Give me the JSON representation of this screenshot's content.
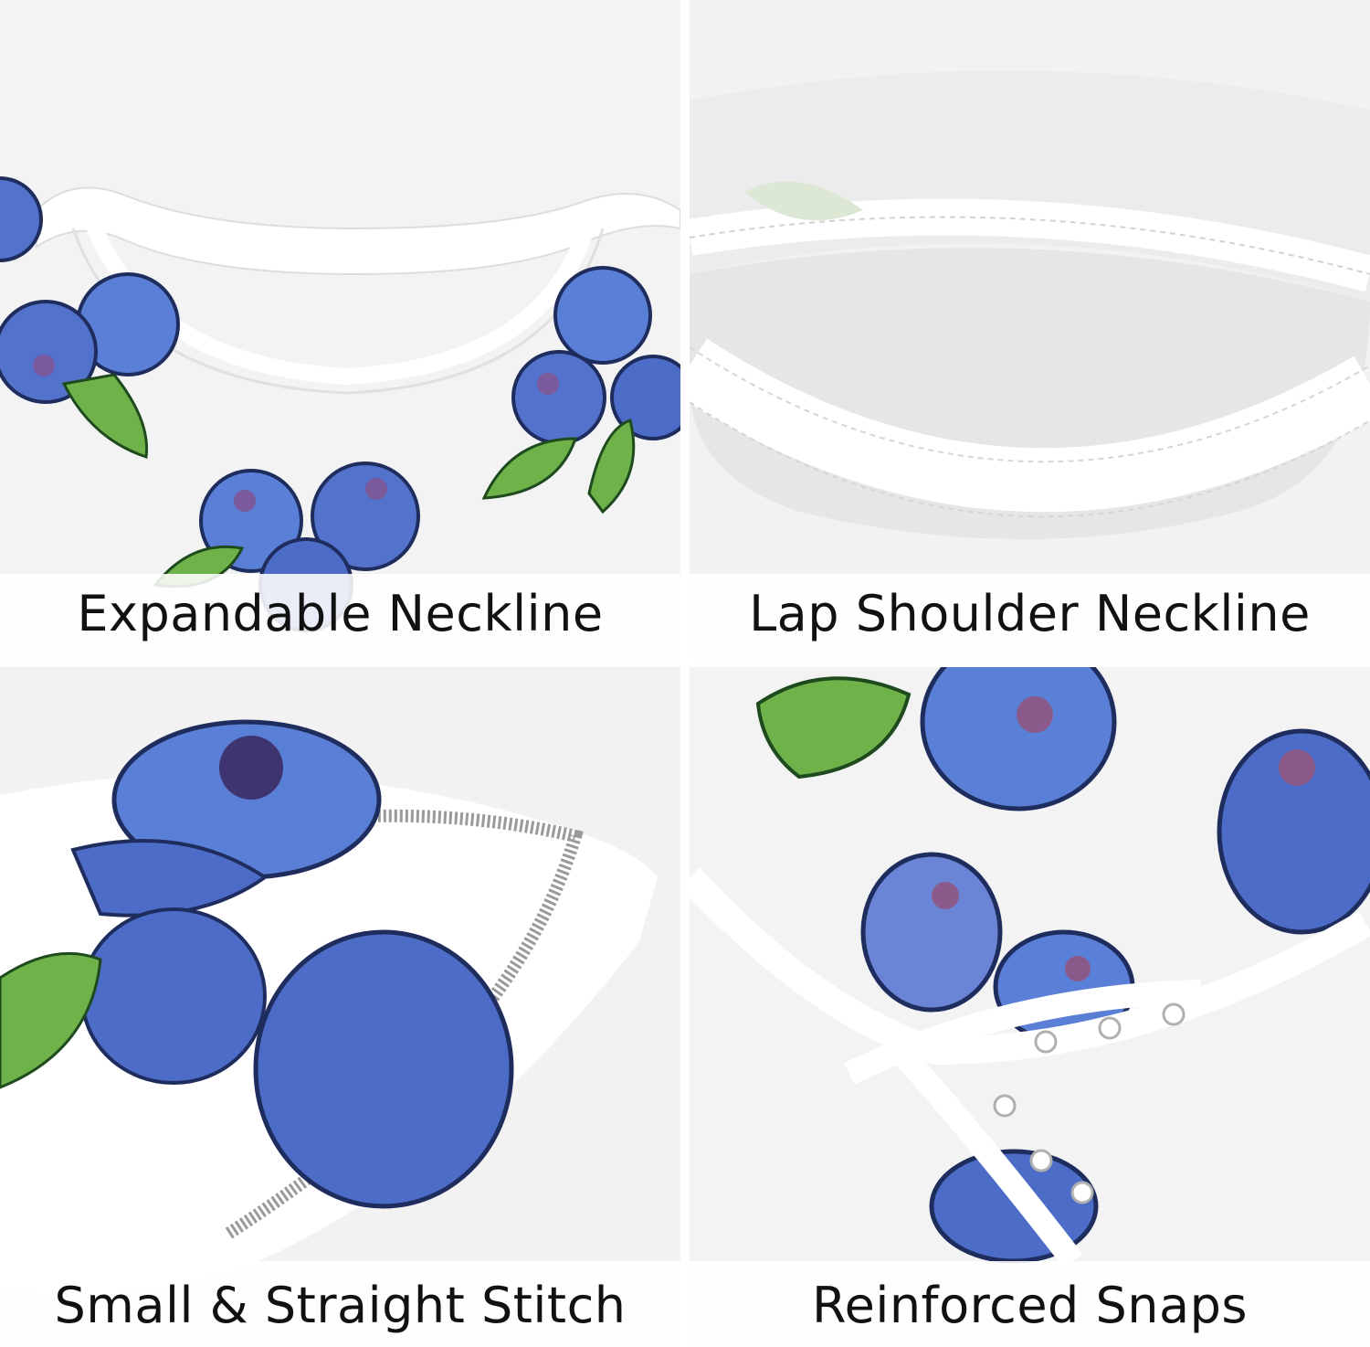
{
  "panels": [
    {
      "caption": "Expandable Neckline"
    },
    {
      "caption": "Lap Shoulder Neckline"
    },
    {
      "caption": "Small & Straight Stitch"
    },
    {
      "caption": "Reinforced Snaps"
    }
  ],
  "colors": {
    "berry": "#5a7fd6",
    "berry_dark": "#1e2d5e",
    "leaf": "#6fb24a",
    "fabric": "#f4f4f4",
    "caption_text": "#111111"
  }
}
